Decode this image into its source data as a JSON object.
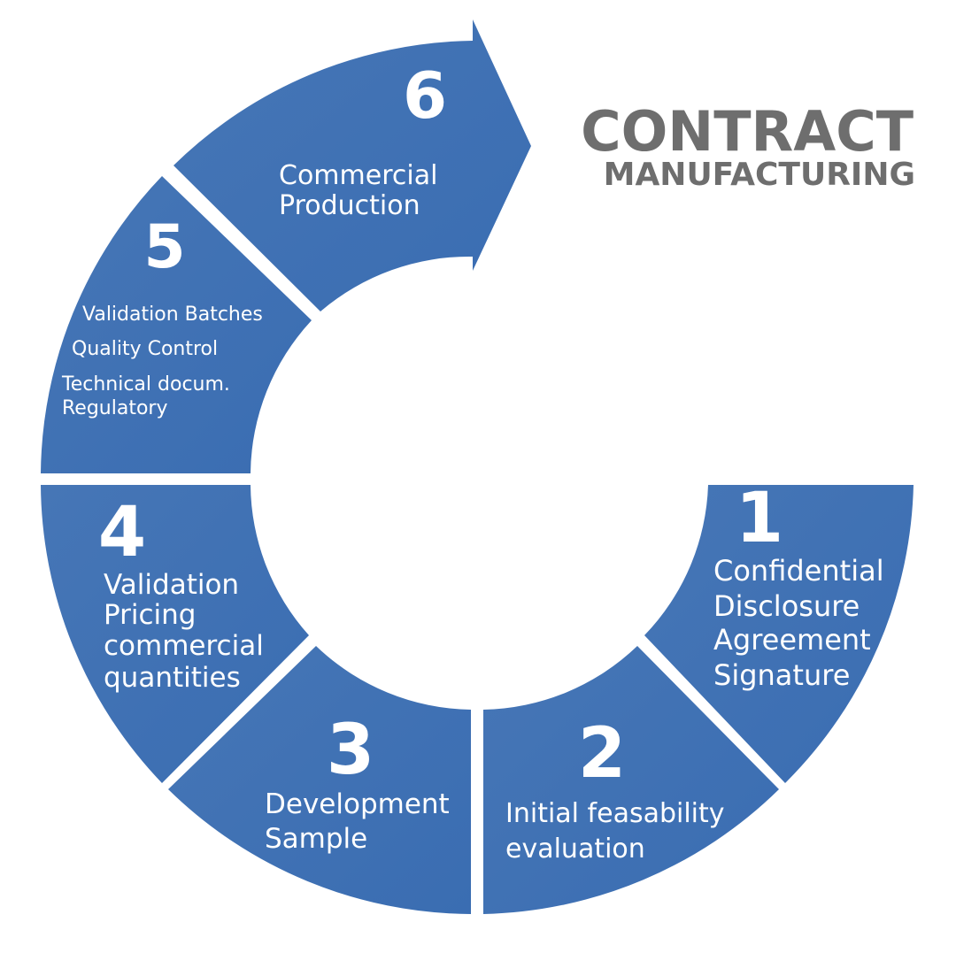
{
  "title": {
    "line1": "CONTRACT",
    "line2": "MANUFACTURING"
  },
  "colors": {
    "segment_fill": "#3f72b5",
    "segment_fill_light": "#4a7fbe",
    "title_gray": "#6e6e6e",
    "background": "#ffffff"
  },
  "steps": [
    {
      "number": "1",
      "lines": [
        "Confidential",
        "Disclosure",
        "Agreement",
        "Signature"
      ]
    },
    {
      "number": "2",
      "lines": [
        "Initial feasability",
        "evaluation"
      ]
    },
    {
      "number": "3",
      "lines": [
        "Development",
        "Sample"
      ]
    },
    {
      "number": "4",
      "lines": [
        "Validation",
        "Pricing",
        "commercial",
        "quantities"
      ]
    },
    {
      "number": "5",
      "lines": [
        "Validation Batches",
        "Quality Control",
        "Technical docum.",
        "Regulatory"
      ]
    },
    {
      "number": "6",
      "lines": [
        "Commercial",
        "Production"
      ]
    }
  ]
}
